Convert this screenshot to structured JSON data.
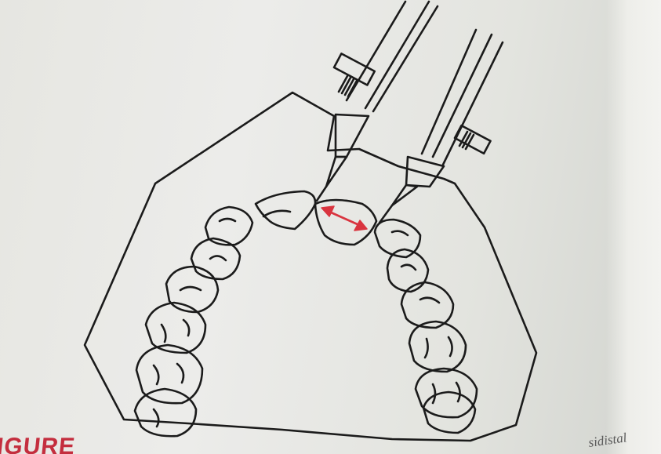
{
  "figure": {
    "caption_label": "IGURE",
    "caption_fragment": "sidistal",
    "colors": {
      "line": "#1b1b1b",
      "measurement_arrow": "#d9343f",
      "caption_label": "#c42e3e",
      "paper": "#e6e6e1"
    },
    "icons": {
      "cast": "dental-cast-outline",
      "caliper": "caliper-jaw",
      "arrow": "double-headed-arrow"
    }
  }
}
